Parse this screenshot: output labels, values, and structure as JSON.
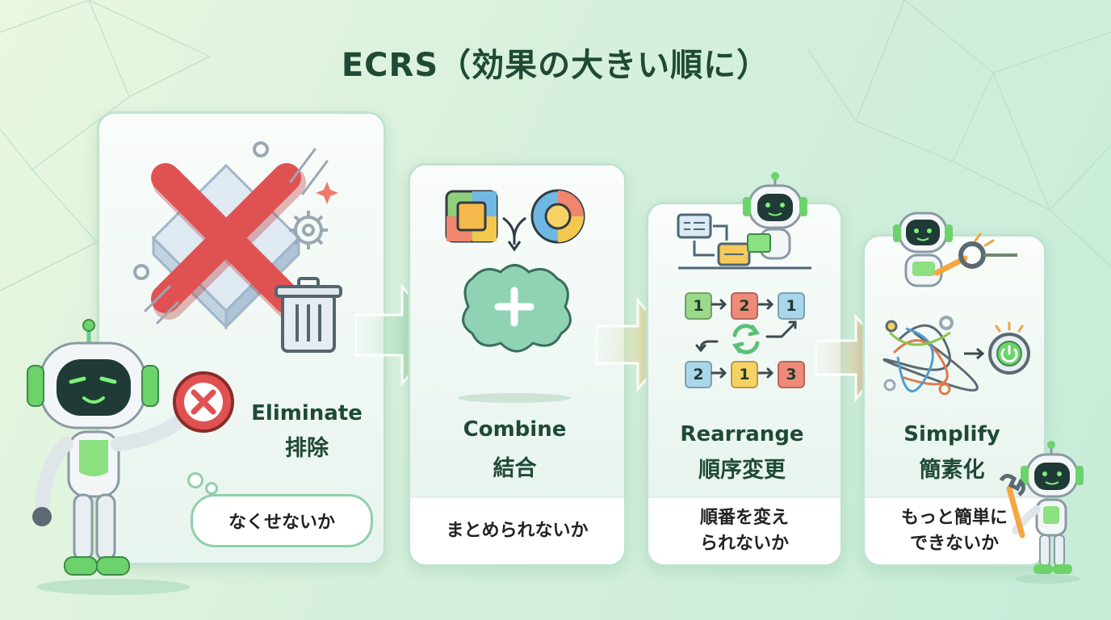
{
  "title": "ECRS（効果の大きい順に）",
  "steps": [
    {
      "en": "Eliminate",
      "ja": "排除",
      "question": "なくせないか"
    },
    {
      "en": "Combine",
      "ja": "結合",
      "question": "まとめられないか"
    },
    {
      "en": "Rearrange",
      "ja": "順序変更",
      "question": "順番を変え\nられないか"
    },
    {
      "en": "Simplify",
      "ja": "簡素化",
      "question": "もっと簡単に\nできないか"
    }
  ],
  "rearrange_numbers": {
    "row1": [
      "1",
      "2",
      "1"
    ],
    "row2": [
      "2",
      "1",
      "3"
    ]
  },
  "colors": {
    "title": "#1f4a35",
    "eliminate_x": "#e05252",
    "arrow1": "#6cc48a",
    "arrow2": "#f2c25a",
    "arrow3": "#f4944e",
    "robot_accent": "#6cd36a"
  },
  "icons": [
    "cross-icon",
    "trash-icon",
    "gear-icon",
    "puzzle-plus-icon",
    "flow-chart-icon",
    "cycle-icon",
    "tangle-icon",
    "power-gear-icon",
    "wrench-icon",
    "robot-mascot"
  ]
}
